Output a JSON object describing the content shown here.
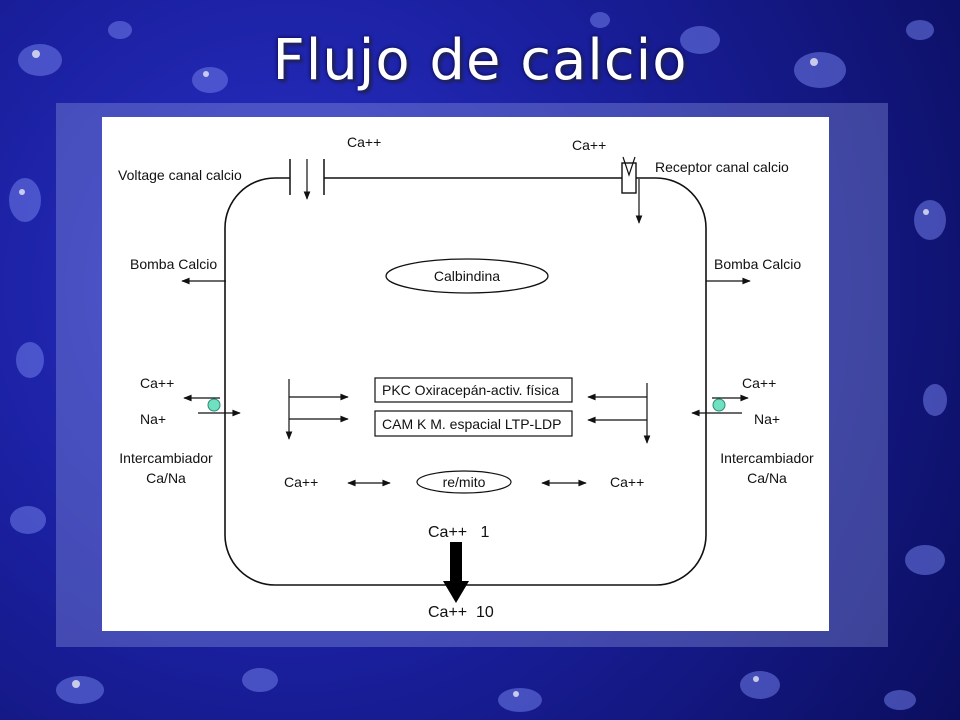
{
  "slide": {
    "title": "Flujo de calcio"
  },
  "diagram": {
    "voltage_channel": {
      "label": "Voltage canal calcio",
      "ion": "Ca++"
    },
    "receptor_channel": {
      "label": "Receptor canal calcio",
      "ion": "Ca++"
    },
    "pump_left": "Bomba Calcio",
    "pump_right": "Bomba Calcio",
    "calbindina": "Calbindina",
    "exchanger_left": {
      "ion_out": "Ca++",
      "ion_in": "Na+",
      "label_line1": "Intercambiador",
      "label_line2": "Ca/Na"
    },
    "exchanger_right": {
      "ion_out": "Ca++",
      "ion_in": "Na+",
      "label_line1": "Intercambiador",
      "label_line2": "Ca/Na"
    },
    "box_pkc": "PKC  Oxiracepán-activ. física",
    "box_cam": "CAM K  M. espacial LTP-LDP",
    "store": {
      "label": "re/mito",
      "left_ion": "Ca++",
      "right_ion": "Ca++"
    },
    "gradient": {
      "inside_label": "Ca++   1",
      "outside_label": "Ca++  10"
    }
  }
}
